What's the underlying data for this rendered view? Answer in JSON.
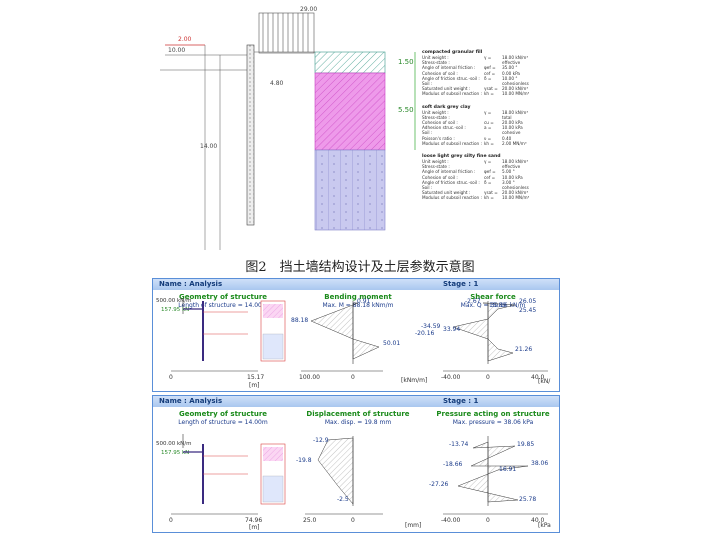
{
  "figure": {
    "caption": "图2　挡土墙结构设计及土层参数示意图",
    "surcharge": "29.00",
    "dim_top": "2.00",
    "dim_level": "10.00",
    "dim_depth1": "4.80",
    "dim_total": "14.00",
    "layer_thk1": "1.50",
    "layer_thk2": "5.50",
    "layers": [
      {
        "name": "compacted granular fill",
        "props": [
          {
            "k": "Unit weight :",
            "s": "γ =",
            "v": "18.00 kN/m³"
          },
          {
            "k": "Stress-state :",
            "s": "",
            "v": "effective"
          },
          {
            "k": "Angle of internal friction :",
            "s": "φef =",
            "v": "35.00 °"
          },
          {
            "k": "Cohesion of soil :",
            "s": "cef =",
            "v": "0.00 kPa"
          },
          {
            "k": "Angle of friction struc.-soil :",
            "s": "δ =",
            "v": "10.00 °"
          },
          {
            "k": "Soil :",
            "s": "",
            "v": "cohesionless"
          },
          {
            "k": "Saturated unit weight :",
            "s": "γsat =",
            "v": "20.00 kN/m³"
          },
          {
            "k": "Modulus of subsoil reaction :",
            "s": "kh =",
            "v": "10.00 MN/m³"
          }
        ]
      },
      {
        "name": "soft dark grey clay",
        "props": [
          {
            "k": "Unit weight :",
            "s": "γ =",
            "v": "18.00 kN/m³"
          },
          {
            "k": "Stress-state :",
            "s": "",
            "v": "total"
          },
          {
            "k": "Cohesion of soil :",
            "s": "cu =",
            "v": "20.00 kPa"
          },
          {
            "k": "Adhesion struc.-soil :",
            "s": "a =",
            "v": "10.00 kPa"
          },
          {
            "k": "Soil :",
            "s": "",
            "v": "cohesive"
          },
          {
            "k": "Poisson's ratio :",
            "s": "ν =",
            "v": "0.40"
          },
          {
            "k": "Modulus of subsoil reaction :",
            "s": "kh =",
            "v": "2.00 MN/m³"
          }
        ]
      },
      {
        "name": "loose light grey silty fine sand",
        "props": [
          {
            "k": "Unit weight :",
            "s": "γ =",
            "v": "18.00 kN/m³"
          },
          {
            "k": "Stress-state :",
            "s": "",
            "v": "effective"
          },
          {
            "k": "Angle of internal friction :",
            "s": "φef =",
            "v": "5.00 °"
          },
          {
            "k": "Cohesion of soil :",
            "s": "cef =",
            "v": "10.00 kPa"
          },
          {
            "k": "Angle of friction struc.-soil :",
            "s": "δ =",
            "v": "3.00 °"
          },
          {
            "k": "Soil :",
            "s": "",
            "v": "cohesionless"
          },
          {
            "k": "Saturated unit weight :",
            "s": "γsat =",
            "v": "20.00 kN/m³"
          },
          {
            "k": "Modulus of subsoil reaction :",
            "s": "kh =",
            "v": "10.00 MN/m³"
          }
        ]
      }
    ]
  },
  "panels": [
    {
      "name_label": "Name : Analysis",
      "stage_label": "Stage : 1",
      "geo_title": "Geometry of structure",
      "geo_sub": "Length of structure = 14.00m",
      "geo_load1": "500.00 kN/m",
      "geo_load2": "157.95 kN",
      "geo_axis_end": "15.17",
      "geo_unit": "[m]",
      "geo_zero": "0",
      "c2_title": "Bending moment",
      "c2_sub": "Max. M = 88.18 kNm/m",
      "c2_axis_left": "100.00",
      "c2_axis_zero": "0",
      "c2_unit": "[kNm/m]",
      "c3_title": "Shear force",
      "c3_sub": "Max. Q = 39.16 kN/m",
      "c3_axis_left": "-40.00",
      "c3_axis_zero": "0",
      "c3_axis_right": "40.0",
      "c3_unit": "[kN/"
    },
    {
      "name_label": "Name : Analysis",
      "stage_label": "Stage : 1",
      "geo_title": "Geometry of structure",
      "geo_sub": "Length of structure = 14.00m",
      "geo_load1": "500.00 kN/m",
      "geo_load2": "157.95 kN",
      "geo_axis_end": "74.96",
      "geo_unit": "[m]",
      "geo_zero": "0",
      "c2_title": "Displacement of structure",
      "c2_sub": "Max. disp. = 19.8 mm",
      "c2_axis_left": "25.0",
      "c2_axis_zero": "0",
      "c2_unit": "[mm]",
      "c3_title": "Pressure acting on structure",
      "c3_sub": "Max. pressure = 38.06 kPa",
      "c3_axis_left": "-40.00",
      "c3_axis_zero": "0",
      "c3_axis_right": "40.0",
      "c3_unit": "[kPa"
    }
  ],
  "chart_data": [
    {
      "type": "line",
      "title": "Bending moment",
      "labels": [
        "0.91",
        "88.18",
        "50.01"
      ]
    },
    {
      "type": "line",
      "title": "Shear force",
      "labels": [
        "-2.67",
        "15.89",
        "26.05",
        "25.45",
        "-34.59",
        "-20.16",
        "33.94",
        "21.26"
      ]
    },
    {
      "type": "line",
      "title": "Displacement of structure",
      "labels": [
        "-12.9",
        "-19.8",
        "-2.5"
      ]
    },
    {
      "type": "line",
      "title": "Pressure acting on structure",
      "labels": [
        "-13.74",
        "19.85",
        "-18.66",
        "16.91",
        "38.06",
        "-27.26",
        "25.78"
      ]
    }
  ]
}
